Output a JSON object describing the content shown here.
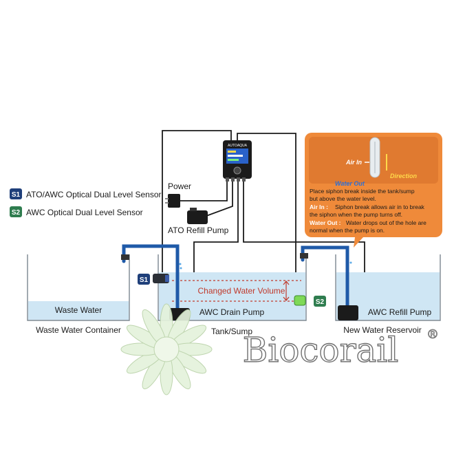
{
  "legend": {
    "s1_badge": "S1",
    "s1_label": "ATO/AWC Optical Dual Level Sensor",
    "s2_badge": "S2",
    "s2_label": "AWC Optical Dual Level Sensor"
  },
  "controller": {
    "power_label": "Power",
    "ato_pump_label": "ATO Refill Pump",
    "brand_text": "AUTOAQUA"
  },
  "tanks": {
    "waste_water_label": "Waste Water",
    "waste_container_label": "Waste Water Container",
    "sump_label": "Tank/Sump",
    "changed_volume_label": "Changed Water Volume",
    "drain_pump_label": "AWC Drain Pump",
    "reservoir_label": "New Water Reservoir",
    "refill_pump_label": "AWC Refill Pump"
  },
  "sensors": {
    "s1_tag": "S1",
    "s2_tag": "S2"
  },
  "callout": {
    "air_in": "Air In",
    "direction": "Direction",
    "water_out": "Water Out",
    "line1": "Place siphon break inside the tank/sump",
    "line2": "but above the water level.",
    "air_in_key": "Air In :",
    "air_in_desc1": "Siphon break allows air in to break",
    "air_in_desc2": "the siphon when the pump turns off.",
    "water_out_key": "Water Out :",
    "water_out_desc1": "Water drops out of the hole are",
    "water_out_desc2": "normal when the pump is on."
  },
  "watermark": {
    "text": "Biocorail",
    "registered": "®"
  },
  "colors": {
    "pipe": "#1f5aa8",
    "water": "#cfe6f4",
    "callout": "#ef8a3a",
    "badge_s1": "#1f3f7a",
    "badge_s2": "#2f7d4f",
    "dashed": "#c0392b"
  }
}
